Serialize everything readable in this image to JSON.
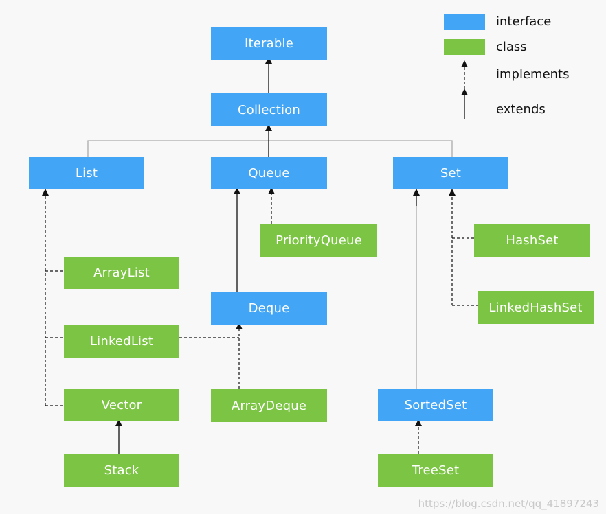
{
  "colors": {
    "interface": "#42a5f5",
    "class": "#7cc544",
    "line": "#111111",
    "grey_line": "#aaaaaa"
  },
  "nodes": {
    "iterable": {
      "label": "Iterable",
      "kind": "interface"
    },
    "collection": {
      "label": "Collection",
      "kind": "interface"
    },
    "list": {
      "label": "List",
      "kind": "interface"
    },
    "queue": {
      "label": "Queue",
      "kind": "interface"
    },
    "set": {
      "label": "Set",
      "kind": "interface"
    },
    "priorityqueue": {
      "label": "PriorityQueue",
      "kind": "class"
    },
    "hashset": {
      "label": "HashSet",
      "kind": "class"
    },
    "arraylist": {
      "label": "ArrayList",
      "kind": "class"
    },
    "deque": {
      "label": "Deque",
      "kind": "interface"
    },
    "linkedhashset": {
      "label": "LinkedHashSet",
      "kind": "class"
    },
    "linkedlist": {
      "label": "LinkedList",
      "kind": "class"
    },
    "vector": {
      "label": "Vector",
      "kind": "class"
    },
    "arraydeque": {
      "label": "ArrayDeque",
      "kind": "class"
    },
    "sortedset": {
      "label": "SortedSet",
      "kind": "interface"
    },
    "stack": {
      "label": "Stack",
      "kind": "class"
    },
    "treeset": {
      "label": "TreeSet",
      "kind": "class"
    }
  },
  "legend": {
    "interface": "interface",
    "class": "class",
    "implements": "implements",
    "extends": "extends"
  },
  "watermark": "https://blog.csdn.net/qq_41897243"
}
